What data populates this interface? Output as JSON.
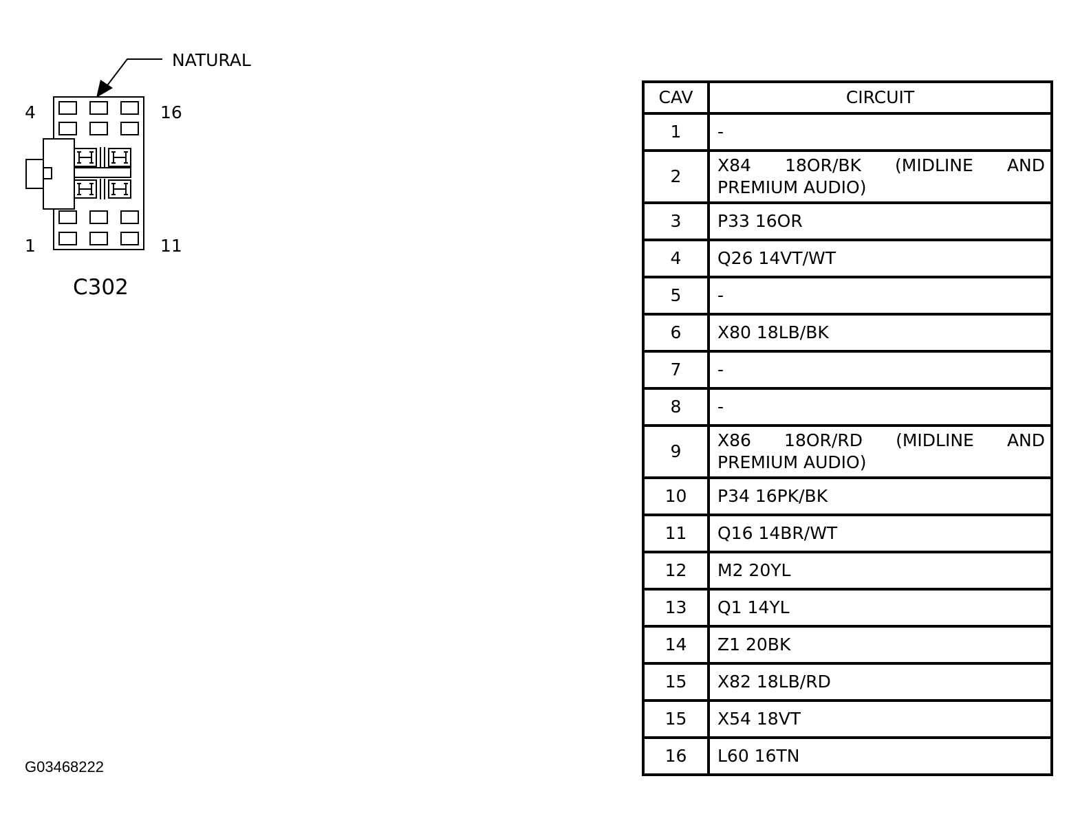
{
  "connector": {
    "name": "C302",
    "color_label": "NATURAL",
    "pin_labels": {
      "top_left": "4",
      "top_right": "16",
      "bottom_left": "1",
      "bottom_right": "11"
    }
  },
  "table": {
    "headers": {
      "cav": "CAV",
      "circuit": "CIRCUIT"
    },
    "rows": [
      {
        "cav": "1",
        "circuit": "-"
      },
      {
        "cav": "2",
        "circuit": "X84 18OR/BK (MIDLINE AND PREMIUM AUDIO)"
      },
      {
        "cav": "3",
        "circuit": "P33 16OR"
      },
      {
        "cav": "4",
        "circuit": "Q26 14VT/WT"
      },
      {
        "cav": "5",
        "circuit": "-"
      },
      {
        "cav": "6",
        "circuit": "X80 18LB/BK"
      },
      {
        "cav": "7",
        "circuit": "-"
      },
      {
        "cav": "8",
        "circuit": "-"
      },
      {
        "cav": "9",
        "circuit": "X86 18OR/RD (MIDLINE AND PREMIUM AUDIO)"
      },
      {
        "cav": "10",
        "circuit": "P34 16PK/BK"
      },
      {
        "cav": "11",
        "circuit": "Q16 14BR/WT"
      },
      {
        "cav": "12",
        "circuit": "M2 20YL"
      },
      {
        "cav": "13",
        "circuit": "Q1 14YL"
      },
      {
        "cav": "14",
        "circuit": "Z1 20BK"
      },
      {
        "cav": "15",
        "circuit": "X82 18LB/RD"
      },
      {
        "cav": "15",
        "circuit": "X54 18VT"
      },
      {
        "cav": "16",
        "circuit": "L60 16TN"
      }
    ]
  },
  "figure_id": "G03468222"
}
